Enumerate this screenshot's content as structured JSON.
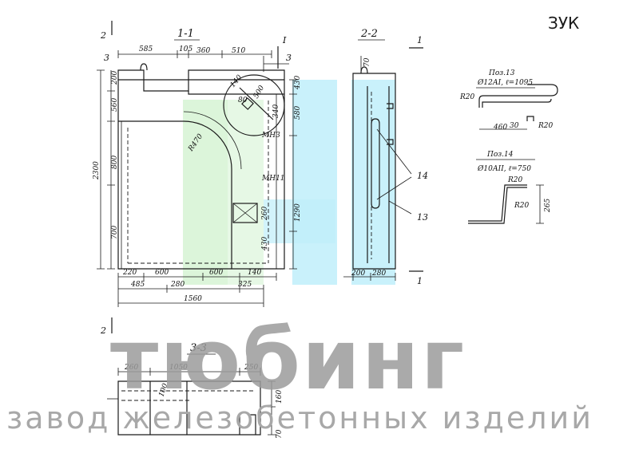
{
  "header": {
    "code": "ЗУК"
  },
  "sections": {
    "s11": "1-1",
    "s22": "2-2",
    "s33": "3-3",
    "cut2": "2",
    "cut3": "3",
    "cut1": "1",
    "node": "I"
  },
  "dims_11": {
    "d585": "585",
    "d105": "105",
    "d360": "360",
    "d510": "510",
    "d200": "200",
    "d560": "560",
    "d800": "800",
    "d700": "700",
    "d2300": "2300",
    "d430": "430",
    "d580": "580",
    "d1290": "1290",
    "d340": "340",
    "d260": "260",
    "d430b": "430",
    "d220": "220",
    "d600": "600",
    "d600b": "600",
    "d140": "140",
    "d485": "485",
    "d280": "280",
    "d325": "325",
    "d1560": "1560",
    "d80": "80",
    "d140r": "140",
    "d500": "500",
    "r470": "R470",
    "mh3": "МН3",
    "mh11": "МН11"
  },
  "dims_22": {
    "d70": "70",
    "d200": "200",
    "d280": "280",
    "p14": "14",
    "p13": "13"
  },
  "dims_33": {
    "d260": "260",
    "d1050": "1050",
    "d250": "250",
    "d100": "100",
    "d160": "160",
    "d70": "70"
  },
  "pos13": {
    "title": "Поз.13",
    "spec": "Ø12АI, ℓ=1095",
    "r1": "R20",
    "r2": "R20",
    "d460": "460",
    "d30": "30"
  },
  "pos14": {
    "title": "Поз.14",
    "spec": "Ø10АII, ℓ=750",
    "r1": "R20",
    "r2": "R20",
    "d265": "265"
  },
  "watermark": {
    "brand": "тюбинг",
    "tagline": "завод железобетонных изделий"
  },
  "colors": {
    "overlay_blue": "#bfeefa",
    "overlay_green": "#d6f3d3",
    "watermark": "#9c9c9c"
  }
}
